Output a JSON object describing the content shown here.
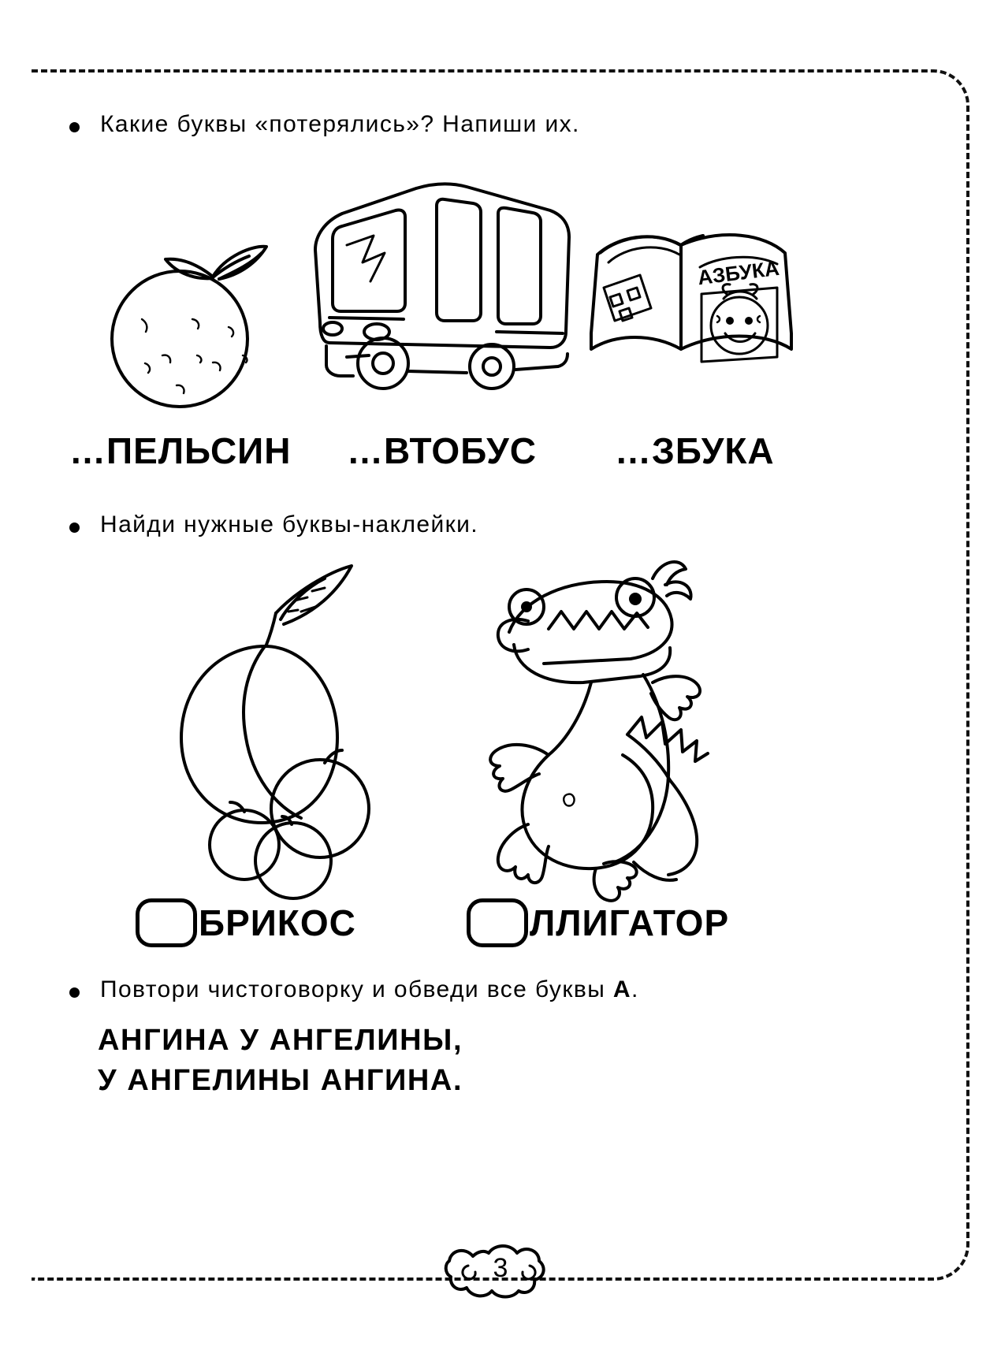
{
  "page": {
    "number": "3",
    "language": "ru"
  },
  "tasks": [
    {
      "id": "task-1",
      "text": "Какие буквы «потерялись»? Напиши их."
    },
    {
      "id": "task-2",
      "text": "Найди нужные буквы-наклейки."
    },
    {
      "id": "task-3",
      "text_before": "Повтори чистоговорку и обведи все буквы ",
      "highlight": "А",
      "text_after": "."
    }
  ],
  "picture_words": [
    {
      "id": "orange",
      "label": "…ПЕЛЬСИН",
      "picture": "orange-icon"
    },
    {
      "id": "bus",
      "label": "…ВТОБУС",
      "picture": "bus-icon"
    },
    {
      "id": "abc",
      "label": "…ЗБУКА",
      "picture": "abc-book-icon"
    }
  ],
  "book_cover_text": "АЗБУКА",
  "sticker_words": [
    {
      "id": "apricot",
      "label": "БРИКОС",
      "picture": "apricot-icon"
    },
    {
      "id": "alligator",
      "label": "ЛЛИГАТОР",
      "picture": "alligator-icon"
    }
  ],
  "tongue_twister": {
    "line1": "АНГИНА У АНГЕЛИНЫ,",
    "line2": "У АНГЕЛИНЫ АНГИНА."
  },
  "colors": {
    "ink": "#000000",
    "paper": "#ffffff"
  }
}
